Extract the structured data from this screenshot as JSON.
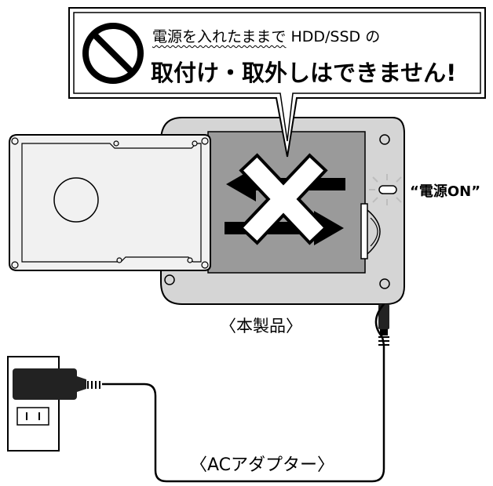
{
  "warning": {
    "icon": "prohibited-icon",
    "line1_wavy": "電源を入れたままで",
    "line1_rest": " HDD/SSD の",
    "line2": "取付け・取外しはできません!"
  },
  "product": {
    "label": "〈本製品〉",
    "power_led_label": "“電源ON”",
    "swap_icon": "crossed-out-swap-arrows-icon"
  },
  "adapter": {
    "label": "〈ACアダプター〉",
    "outlet_icon": "wall-outlet-icon"
  },
  "colors": {
    "enclosure": "#d5d5d5",
    "drive_bay": "#9a9a9a",
    "drive": "#f1f1f1",
    "outline": "#000000",
    "prohibit_x": "#ffffff"
  }
}
